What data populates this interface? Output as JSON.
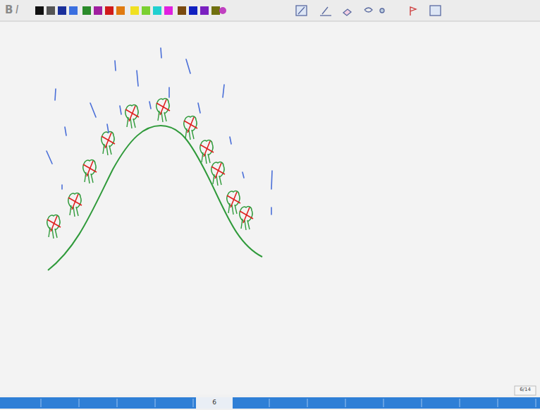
{
  "diagram": {
    "labels": [
      "B",
      "I",
      "6",
      "6/14"
    ]
  }
}
